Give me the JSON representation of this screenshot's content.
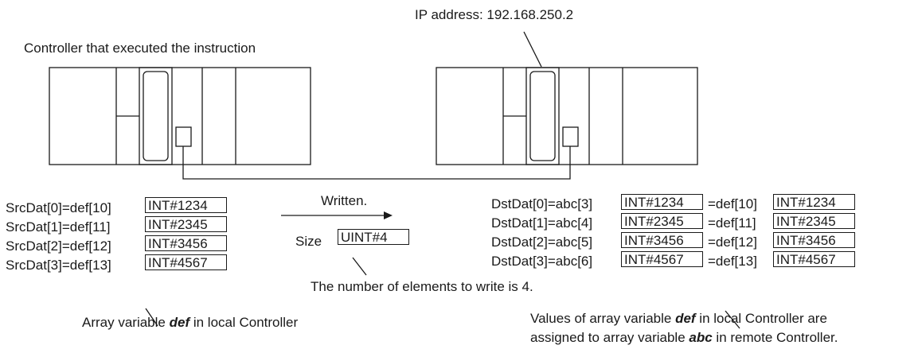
{
  "labels": {
    "ip_address": "IP address: 192.168.250.2",
    "controller_caption": "Controller that executed the instruction",
    "written": "Written.",
    "size_label": "Size",
    "size_value": "UINT#4",
    "elements_note": "The number of elements to write is 4.",
    "local_note_pre": "Array variable ",
    "local_note_var": "def",
    "local_note_post": " in local Controller",
    "assign_note_l1_pre": "Values of array variable ",
    "assign_note_l1_var": "def",
    "assign_note_l1_post": " in local Controller are",
    "assign_note_l2_pre": "assigned to array variable ",
    "assign_note_l2_var": "abc",
    "assign_note_l2_post": " in remote Controller."
  },
  "src_rows": [
    {
      "label": "SrcDat[0]=def[10]",
      "value": "INT#1234"
    },
    {
      "label": "SrcDat[1]=def[11]",
      "value": "INT#2345"
    },
    {
      "label": "SrcDat[2]=def[12]",
      "value": "INT#3456"
    },
    {
      "label": "SrcDat[3]=def[13]",
      "value": "INT#4567"
    }
  ],
  "dst_rows": [
    {
      "label": "DstDat[0]=abc[3]",
      "value": "INT#1234",
      "def_label": "=def[10]",
      "def_value": "INT#1234"
    },
    {
      "label": "DstDat[1]=abc[4]",
      "value": "INT#2345",
      "def_label": "=def[11]",
      "def_value": "INT#2345"
    },
    {
      "label": "DstDat[2]=abc[5]",
      "value": "INT#3456",
      "def_label": "=def[12]",
      "def_value": "INT#3456"
    },
    {
      "label": "DstDat[3]=abc[6]",
      "value": "INT#4567",
      "def_label": "=def[13]",
      "def_value": "INT#4567"
    }
  ]
}
